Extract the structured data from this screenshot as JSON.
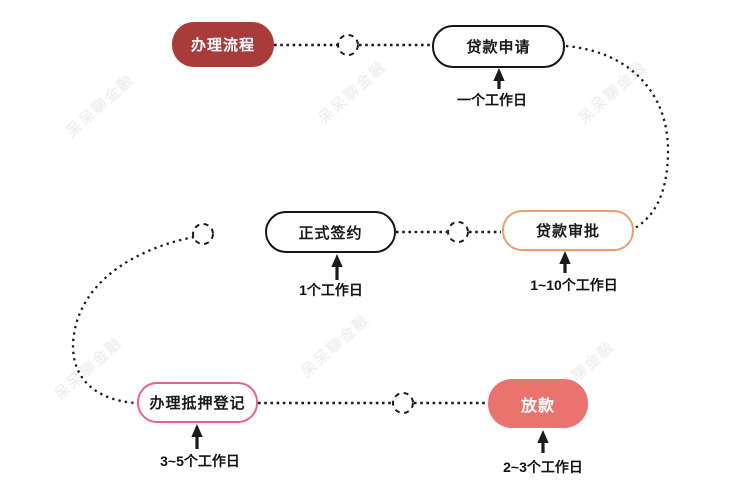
{
  "watermark": {
    "text": "呆呆聊金融"
  },
  "colors": {
    "line": "#1b1b1b",
    "start_fill": "#a93b3b",
    "approval_border": "#e9a06c",
    "mortgage_border": "#e8628a",
    "disburse_fill": "#ea7370"
  },
  "nodes": {
    "process": {
      "label": "办理流程"
    },
    "application": {
      "label": "贷款申请",
      "duration": "一个工作日"
    },
    "signing": {
      "label": "正式签约",
      "duration": "1个工作日"
    },
    "approval": {
      "label": "贷款审批",
      "duration": "1~10个工作日"
    },
    "mortgage": {
      "label": "办理抵押登记",
      "duration": "3~5个工作日"
    },
    "disbursement": {
      "label": "放款",
      "duration": "2~3个工作日"
    }
  }
}
